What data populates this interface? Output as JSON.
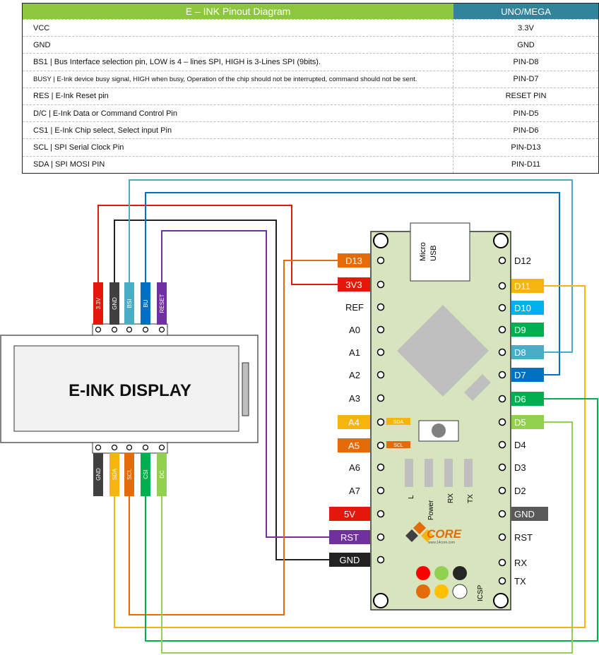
{
  "table": {
    "header_left": "E – INK Pinout Diagram",
    "header_right": "UNO/MEGA",
    "rows": [
      {
        "desc": "VCC",
        "pin": "3.3V"
      },
      {
        "desc": "GND",
        "pin": "GND"
      },
      {
        "desc": "BS1 | Bus Interface selection pin, LOW is 4 – lines SPI, HIGH is  3-Lines SPI (9bits).",
        "pin": "PIN-D8"
      },
      {
        "desc": "BUSY | E-Ink device busy signal, HIGH when busy, Operation of the chip should not be interrupted, command should not be sent.",
        "pin": "PIN-D7"
      },
      {
        "desc": "RES | E-Ink Reset pin",
        "pin": "RESET PIN"
      },
      {
        "desc": "D/C | E-Ink Data or Command Control Pin",
        "pin": "PIN-D5"
      },
      {
        "desc": "CS1 | E-Ink Chip select, Select input Pin",
        "pin": "PIN-D6"
      },
      {
        "desc": "SCL | SPI Serial Clock Pin",
        "pin": "PIN-D13"
      },
      {
        "desc": "SDA | SPI MOSI PIN",
        "pin": "PIN-D11"
      }
    ]
  },
  "display": {
    "title": "E-INK DISPLAY",
    "top_pins": [
      "3.3V",
      "GND",
      "BSI",
      "BU",
      "RESET"
    ],
    "bottom_pins": [
      "GND",
      "SDA",
      "SCL",
      "CSI",
      "DC"
    ]
  },
  "board": {
    "usb_label_1": "Micro",
    "usb_label_2": "USB",
    "left_pins": [
      "D13",
      "3V3",
      "REF",
      "A0",
      "A1",
      "A2",
      "A3",
      "A4",
      "A5",
      "A6",
      "A7",
      "5V",
      "RST",
      "GND"
    ],
    "right_pins": [
      "D12",
      "D11",
      "D10",
      "D9",
      "D8",
      "D7",
      "D6",
      "D5",
      "D4",
      "D3",
      "D2",
      "GND",
      "RST",
      "RX",
      "TX"
    ],
    "a4_tag": "SDA",
    "a5_tag": "SCL",
    "led_labels": [
      "L",
      "Power",
      "RX",
      "TX"
    ],
    "logo": "CORE",
    "logo_url": "www.14core.com",
    "icsp": "ICSP"
  },
  "colors": {
    "red": "#e3170a",
    "dark": "#404040",
    "light_blue": "#4bacc6",
    "blue": "#0070c0",
    "purple": "#7030a0",
    "orange": "#e36c09",
    "yellow": "#f6b40e",
    "green": "#00b050",
    "light_green": "#92d050",
    "board": "#d7e4bd"
  }
}
